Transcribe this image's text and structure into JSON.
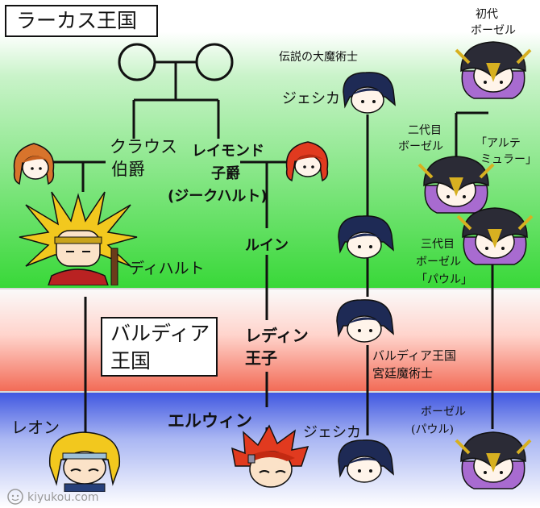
{
  "kingdoms": {
    "larcus": "ラーカス王国",
    "baldia_line1": "バルディア",
    "baldia_line2": "王国"
  },
  "characters": {
    "klaus_line1": "クラウス",
    "klaus_line2": "伯爵",
    "raymond_line1": "レイモンド",
    "raymond_line2": "子爵",
    "raymond_line3": "(ジークハルト)",
    "dihalt": "ディハルト",
    "ruin": "ルイン",
    "legendary_mage": "伝説の大魔術士",
    "jessica_top": "ジェシカ",
    "bosel_first_line1": "初代",
    "bosel_first_line2": "ボーゼル",
    "bosel_second_line1": "二代目",
    "bosel_second_line2": "ボーゼル",
    "alte_line1": "「アルテ",
    "alte_line2": "ミュラー」",
    "bosel_third_line1": "三代目",
    "bosel_third_line2": "ボーゼル",
    "bosel_third_line3": "「パウル」",
    "redin_line1": "レディン",
    "redin_line2": "王子",
    "baldia_court_line1": "バルディア王国",
    "baldia_court_line2": "宮廷魔術士",
    "leon": "レオン",
    "elwin": "エルウィン",
    "jessica_bottom": "ジェシカ",
    "bosel_paul_line1": "ボーゼル",
    "bosel_paul_line2": "(パウル)"
  },
  "watermark": "kiyukou.com",
  "colors": {
    "era1_green": "#38d838",
    "era2_red": "#f26a55",
    "era3_blue": "#3f56e0",
    "orange_hair": "#d8742c",
    "red_hair": "#e13a1f",
    "navy_hair": "#1e2a55",
    "purple_hair": "#a86bd0",
    "blond_hair": "#f2c81e",
    "helmet": "#2b2b36",
    "gold": "#d7b021"
  }
}
